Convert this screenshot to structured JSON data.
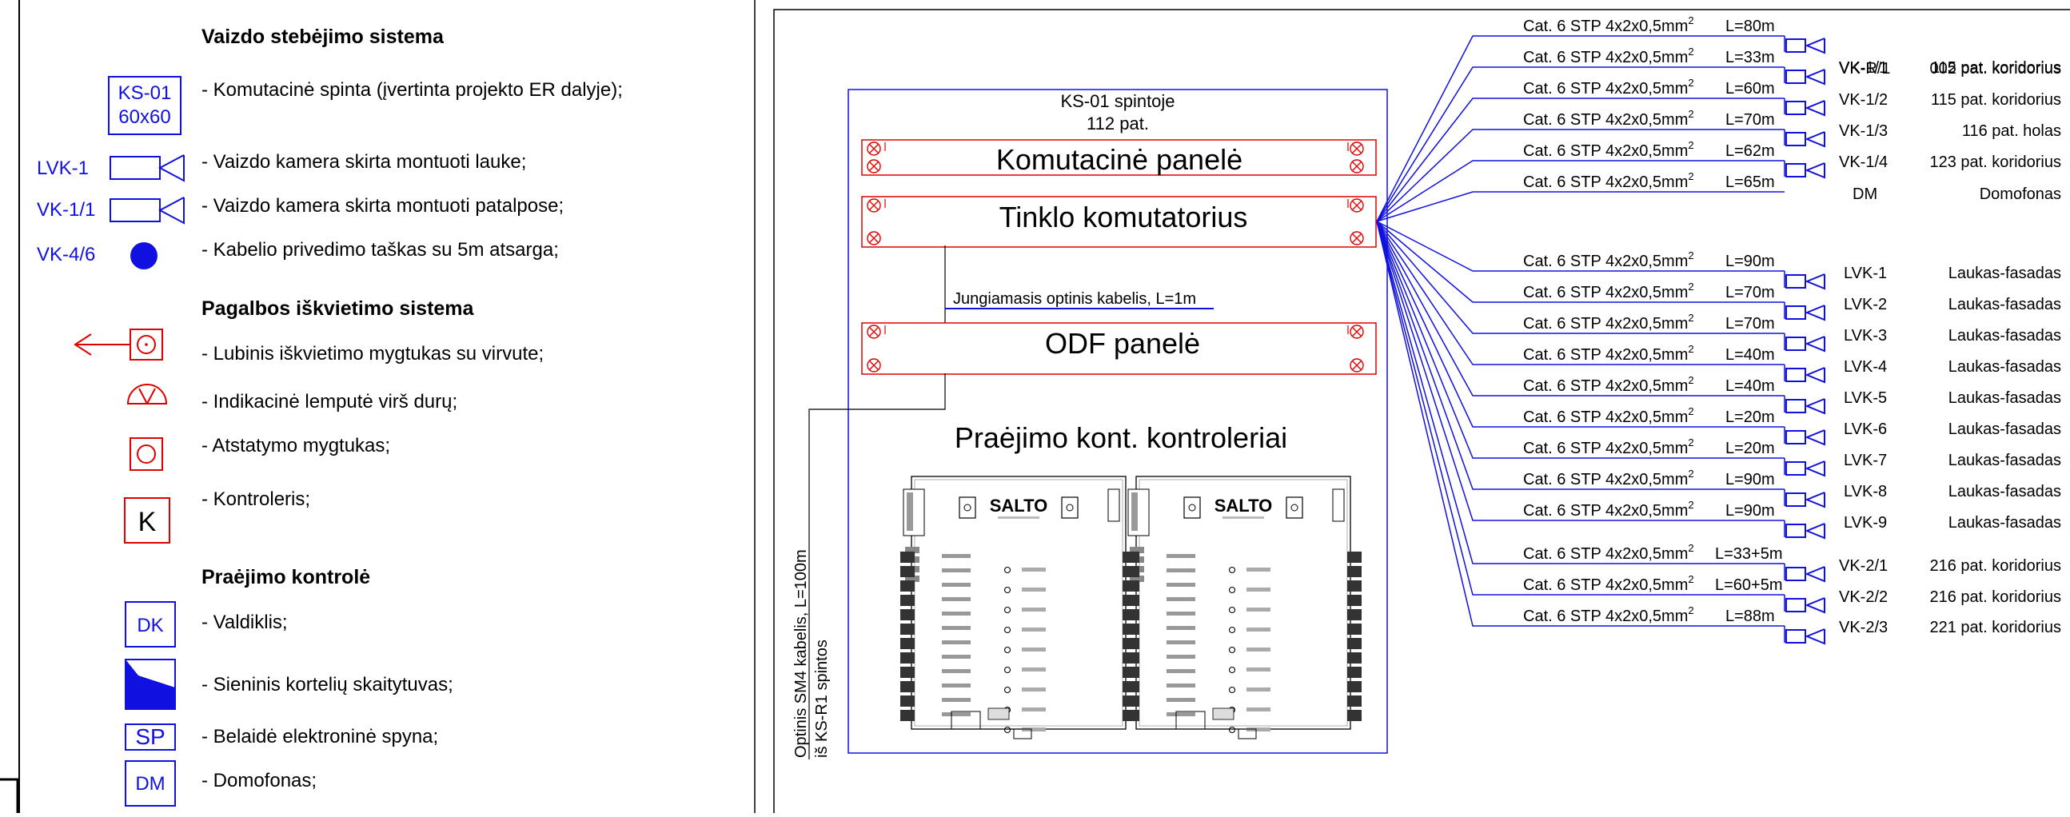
{
  "legend": {
    "video_section_title": "Vaizdo stebėjimo sistema",
    "ks_symbol_line1": "KS-01",
    "ks_symbol_line2": "60x60",
    "ks_desc": "- Komutacinė spinta (įvertinta projekto ER dalyje);",
    "lvk_tag": "LVK-1",
    "lvk_desc": "- Vaizdo kamera skirta montuoti lauke;",
    "vk_tag": "VK-1/1",
    "vk_desc": "- Vaizdo kamera skirta montuoti patalpose;",
    "cable_point_tag": "VK-4/6",
    "cable_point_desc": "- Kabelio privedimo taškas su 5m atsarga;",
    "help_section_title": "Pagalbos iškvietimo sistema",
    "ceiling_button_desc": "- Lubinis iškvietimo mygtukas su virvute;",
    "lamp_desc": "- Indikacinė lemputė virš durų;",
    "reset_desc": "- Atstatymo mygtukas;",
    "controller_symbol": "K",
    "controller_desc": "- Kontroleris;",
    "access_section_title": "Praėjimo kontrolė",
    "dk_symbol": "DK",
    "dk_desc": "- Valdiklis;",
    "card_reader_desc": "- Sieninis kortelių skaitytuvas;",
    "sp_symbol": "SP",
    "sp_desc": "- Belaidė elektroninė spyna;",
    "dm_symbol": "DM",
    "dm_desc": "- Domofonas;"
  },
  "cabinet": {
    "title_line1": "KS-01 spintoje",
    "title_line2": "112 pat.",
    "patch_panel": "Komutacinė panelė",
    "switch": "Tinklo komutatorius",
    "fiber_link": "Jungiamasis optinis kabelis, L=1m",
    "odf_panel": "ODF panelė",
    "controllers_title": "Praėjimo kont. kontroleriai",
    "controller_brand": "SALTO",
    "incoming_fiber_line1": "Optinis SM4 kabelis, L=100m",
    "incoming_fiber_line2": "iš KS-R1 spintos"
  },
  "cable_base": "Cat. 6 STP 4x2x0,5mm",
  "cable_sup": "2",
  "cables": [
    {
      "length": "L=80m",
      "tag": "VK-R/1",
      "location": "002 pat. koridorius",
      "camera": true
    },
    {
      "length": "L=33m",
      "tag": "VK-1/1",
      "location": "115 pat. koridorius",
      "camera": true
    },
    {
      "length": "L=60m",
      "tag": "VK-1/2",
      "location": "115 pat. koridorius",
      "camera": true
    },
    {
      "length": "L=70m",
      "tag": "VK-1/3",
      "location": "116 pat. holas",
      "camera": true
    },
    {
      "length": "L=62m",
      "tag": "VK-1/4",
      "location": "123 pat. koridorius",
      "camera": true
    },
    {
      "length": "L=65m",
      "tag": "DM",
      "location": "Domofonas",
      "camera": false
    },
    {
      "length": "L=90m",
      "tag": "LVK-1",
      "location": "Laukas-fasadas",
      "camera": true
    },
    {
      "length": "L=70m",
      "tag": "LVK-2",
      "location": "Laukas-fasadas",
      "camera": true
    },
    {
      "length": "L=70m",
      "tag": "LVK-3",
      "location": "Laukas-fasadas",
      "camera": true
    },
    {
      "length": "L=40m",
      "tag": "LVK-4",
      "location": "Laukas-fasadas",
      "camera": true
    },
    {
      "length": "L=40m",
      "tag": "LVK-5",
      "location": "Laukas-fasadas",
      "camera": true
    },
    {
      "length": "L=20m",
      "tag": "LVK-6",
      "location": "Laukas-fasadas",
      "camera": true
    },
    {
      "length": "L=20m",
      "tag": "LVK-7",
      "location": "Laukas-fasadas",
      "camera": true
    },
    {
      "length": "L=90m",
      "tag": "LVK-8",
      "location": "Laukas-fasadas",
      "camera": true
    },
    {
      "length": "L=90m",
      "tag": "LVK-9",
      "location": "Laukas-fasadas",
      "camera": true
    },
    {
      "length": "L=33+5m",
      "tag": "VK-2/1",
      "location": "216 pat. koridorius",
      "camera": true
    },
    {
      "length": "L=60+5m",
      "tag": "VK-2/2",
      "location": "216 pat. koridorius",
      "camera": true
    },
    {
      "length": "L=88m",
      "tag": "VK-2/3",
      "location": "221 pat. koridorius",
      "camera": true
    }
  ]
}
